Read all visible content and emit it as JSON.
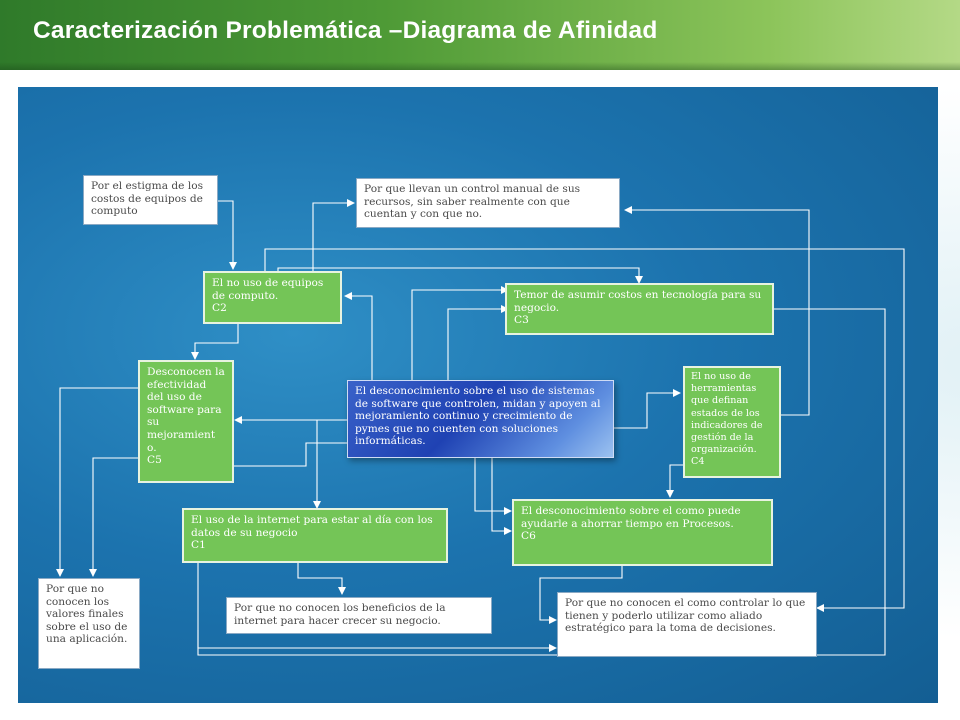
{
  "title": "Caracterización Problemática –Diagrama de Afinidad",
  "boxes": {
    "estigma": "Por el estigma de los costos de equipos de computo",
    "control_manual": "Por que llevan un control manual de sus recursos, sin saber realmente con que cuentan y con que no.",
    "no_uso_equipos": "El no uso de equipos de computo.\nC2",
    "temor_costos": "Temor de asumir costos en tecnología para su negocio.\nC3",
    "efectividad_software": "Desconocen la efectividad del uso de software para su mejoramient o.\nC5",
    "desconocimiento_central": "El desconocimiento sobre el uso de sistemas de software  que controlen, midan y apoyen al mejoramiento continuo y crecimiento de pymes que no cuenten con soluciones informáticas.",
    "herramientas_indicadores": "El no uso de herramientas que definan estados de los indicadores de gestión de la organización.\nC4",
    "ahorrar_tiempo": "El desconocimiento sobre el como puede ayudarle a ahorrar tiempo en Procesos.\nC6",
    "internet_al_dia": "El uso de la internet para estar al día con los datos de su negocio\nC1",
    "valores_finales": "Por que no conocen los valores finales sobre el uso de una aplicación.",
    "beneficios_internet": "Por que  no conocen los beneficios de la internet para hacer crecer su negocio.",
    "como_controlar": "Por que no conocen el como controlar lo que tienen y poderlo utilizar como aliado estratégico para la toma de decisiones."
  }
}
